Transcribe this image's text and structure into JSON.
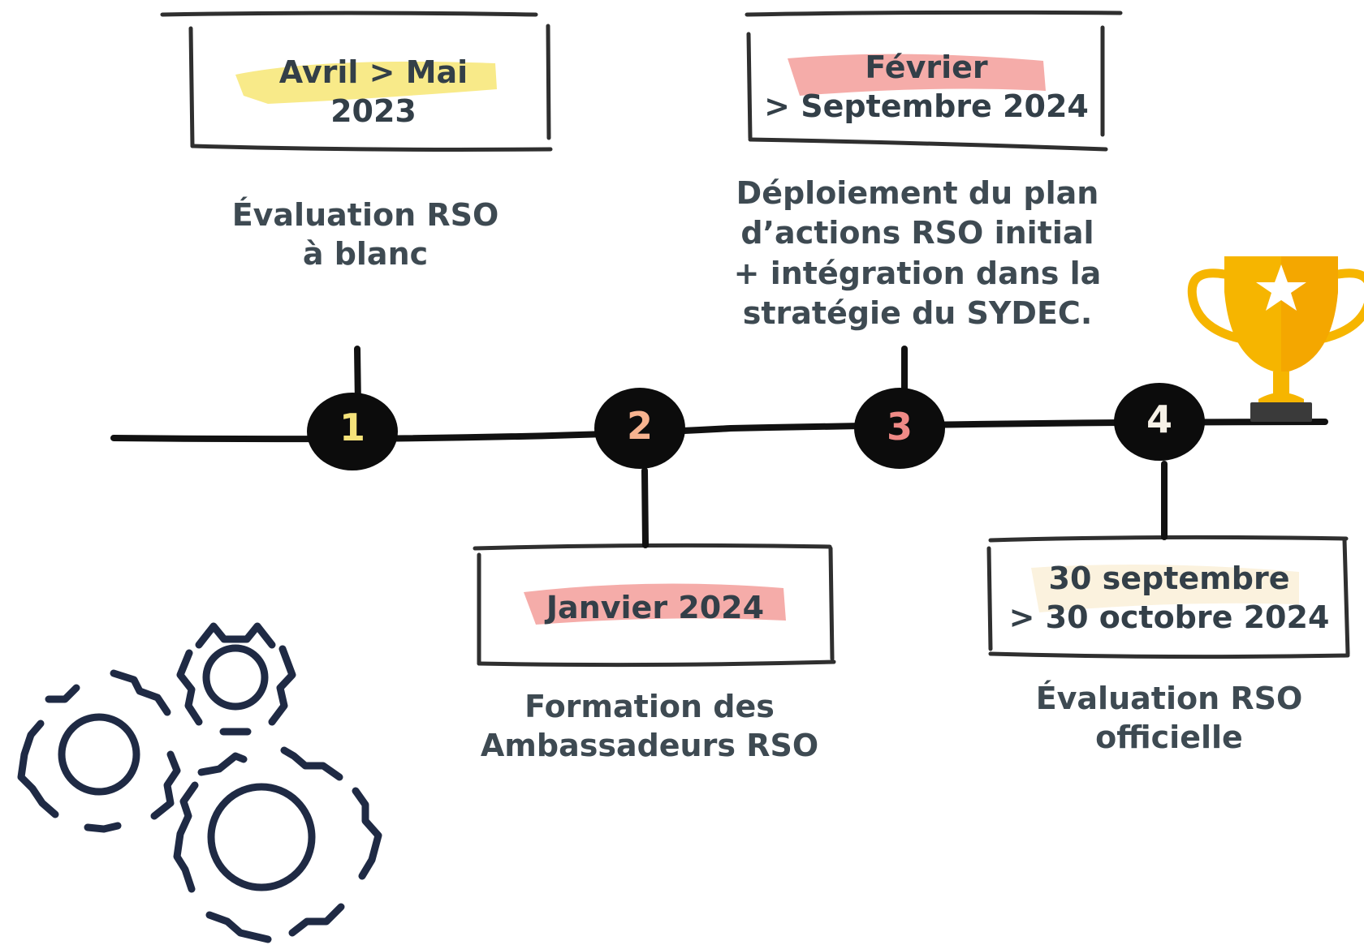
{
  "milestones": [
    {
      "number": "1",
      "number_color": "#f5e27a",
      "date_lines": [
        "Avril > Mai",
        "2023"
      ],
      "highlight_color": "#f7e87c",
      "description_lines": [
        "Évaluation RSO",
        "à blanc"
      ]
    },
    {
      "number": "2",
      "number_color": "#f7b38f",
      "date_lines": [
        "Janvier 2024"
      ],
      "highlight_color": "#f4a3a0",
      "description_lines": [
        "Formation des",
        "Ambassadeurs RSO"
      ]
    },
    {
      "number": "3",
      "number_color": "#f08a86",
      "date_lines": [
        "Février",
        "> Septembre 2024"
      ],
      "highlight_color": "#f4a3a0",
      "description_lines": [
        "Déploiement du plan",
        "d’actions RSO initial",
        "+ intégration dans la",
        "stratégie du SYDEC."
      ]
    },
    {
      "number": "4",
      "number_color": "#f6f1e6",
      "date_lines": [
        "30 septembre",
        "> 30 octobre 2024"
      ],
      "highlight_color": "#fbf1dc",
      "description_lines": [
        "Évaluation RSO",
        "officielle"
      ]
    }
  ],
  "icons": {
    "trophy": "trophy-icon",
    "gears": "gears-icon"
  },
  "colors": {
    "timeline": "#111111",
    "text": "#333f48",
    "gear_stroke": "#1f2a44",
    "trophy_gold": "#f6b500",
    "trophy_base": "#3a3a3a"
  }
}
